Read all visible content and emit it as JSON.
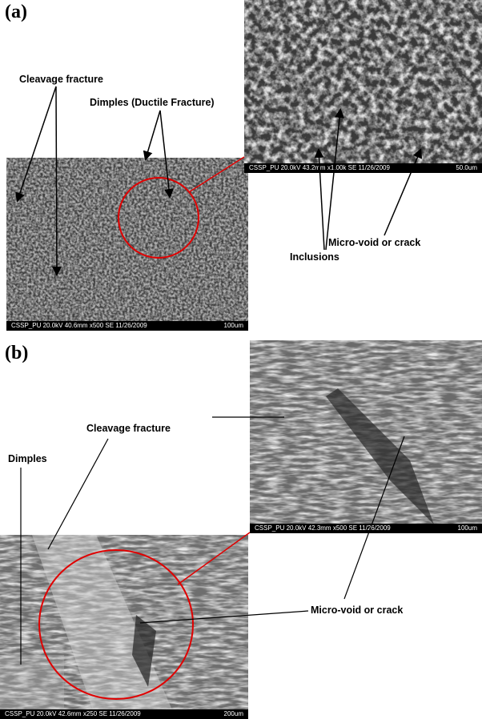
{
  "panel_a": {
    "label": "(a)",
    "main_image": {
      "info": "CSSP_PU 20.0kV 40.6mm x500 SE 11/26/2009",
      "scale": "100um"
    },
    "inset_image": {
      "info": "CSSP_PU 20.0kV 43.2mm x1.00k SE 11/26/2009",
      "scale": "50.0um"
    },
    "annotations": {
      "cleavage": "Cleavage fracture",
      "dimples": "Dimples (Ductile Fracture)",
      "microvoid": "Micro-void or crack",
      "inclusions": "Inclusions"
    }
  },
  "panel_b": {
    "label": "(b)",
    "main_image": {
      "info": "CSSP_PU 20.0kV 42.6mm x250 SE 11/26/2009",
      "scale": "200um"
    },
    "inset_image": {
      "info": "CSSP_PU 20.0kV 42.3mm x500 SE 11/26/2009",
      "scale": "100um"
    },
    "annotations": {
      "cleavage": "Cleavage fracture",
      "dimples": "Dimples",
      "microvoid": "Micro-void or crack"
    }
  },
  "colors": {
    "highlight_circle": "#e00000",
    "annotation_line": "#000000"
  }
}
